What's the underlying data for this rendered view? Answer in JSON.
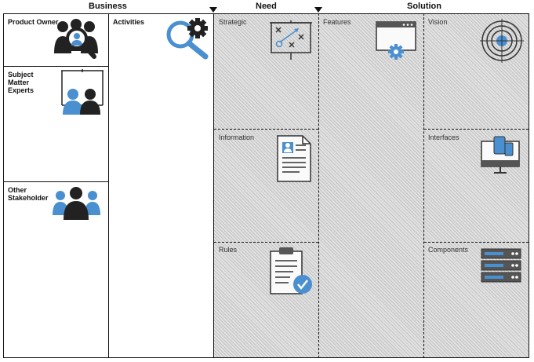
{
  "headers": {
    "business": "Business",
    "need": "Need",
    "solution": "Solution"
  },
  "business": {
    "product_owner": "Product Owner",
    "sme": [
      "Subject",
      "Matter",
      "Experts"
    ],
    "other": [
      "Other",
      "Stakeholder"
    ],
    "activities": "Activities"
  },
  "need": {
    "strategic": "Strategic",
    "information": "Information",
    "rules": "Rules"
  },
  "solution": {
    "features": "Features",
    "vision": "Vision",
    "interfaces": "Interfaces",
    "components": "Components"
  },
  "colors": {
    "accent_blue": "#4a8fd0",
    "dark": "#222222",
    "hatch": "#e3e3e3"
  }
}
